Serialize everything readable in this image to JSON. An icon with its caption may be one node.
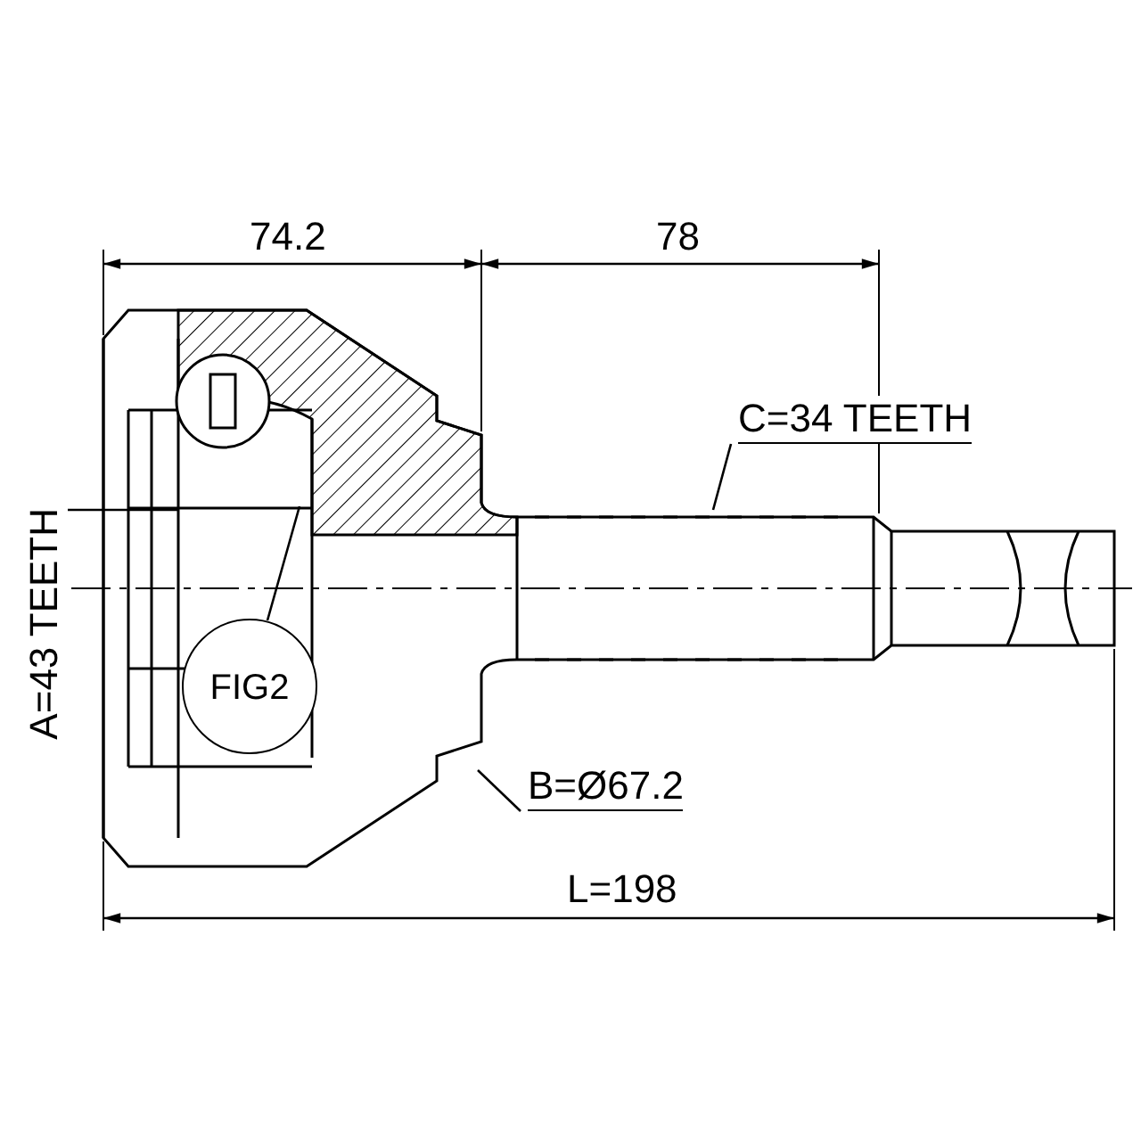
{
  "diagram": {
    "nodes": [
      {
        "text": [
          "C=34 TEETH"
        ]
      },
      {
        "text": [
          "B=Ø67.2"
        ]
      },
      {
        "text": [
          "FIG2"
        ]
      },
      {
        "text": [
          "A=43 TEETH"
        ]
      }
    ],
    "edges": [
      {
        "from": 0,
        "to": null,
        "arrow": "none"
      },
      {
        "from": 1,
        "to": null,
        "arrow": "none"
      },
      {
        "from": 2,
        "to": null,
        "arrow": "none"
      },
      {
        "from": 3,
        "to": null,
        "arrow": "none"
      }
    ],
    "labels": [
      "74.2",
      "78",
      "L=198"
    ]
  }
}
